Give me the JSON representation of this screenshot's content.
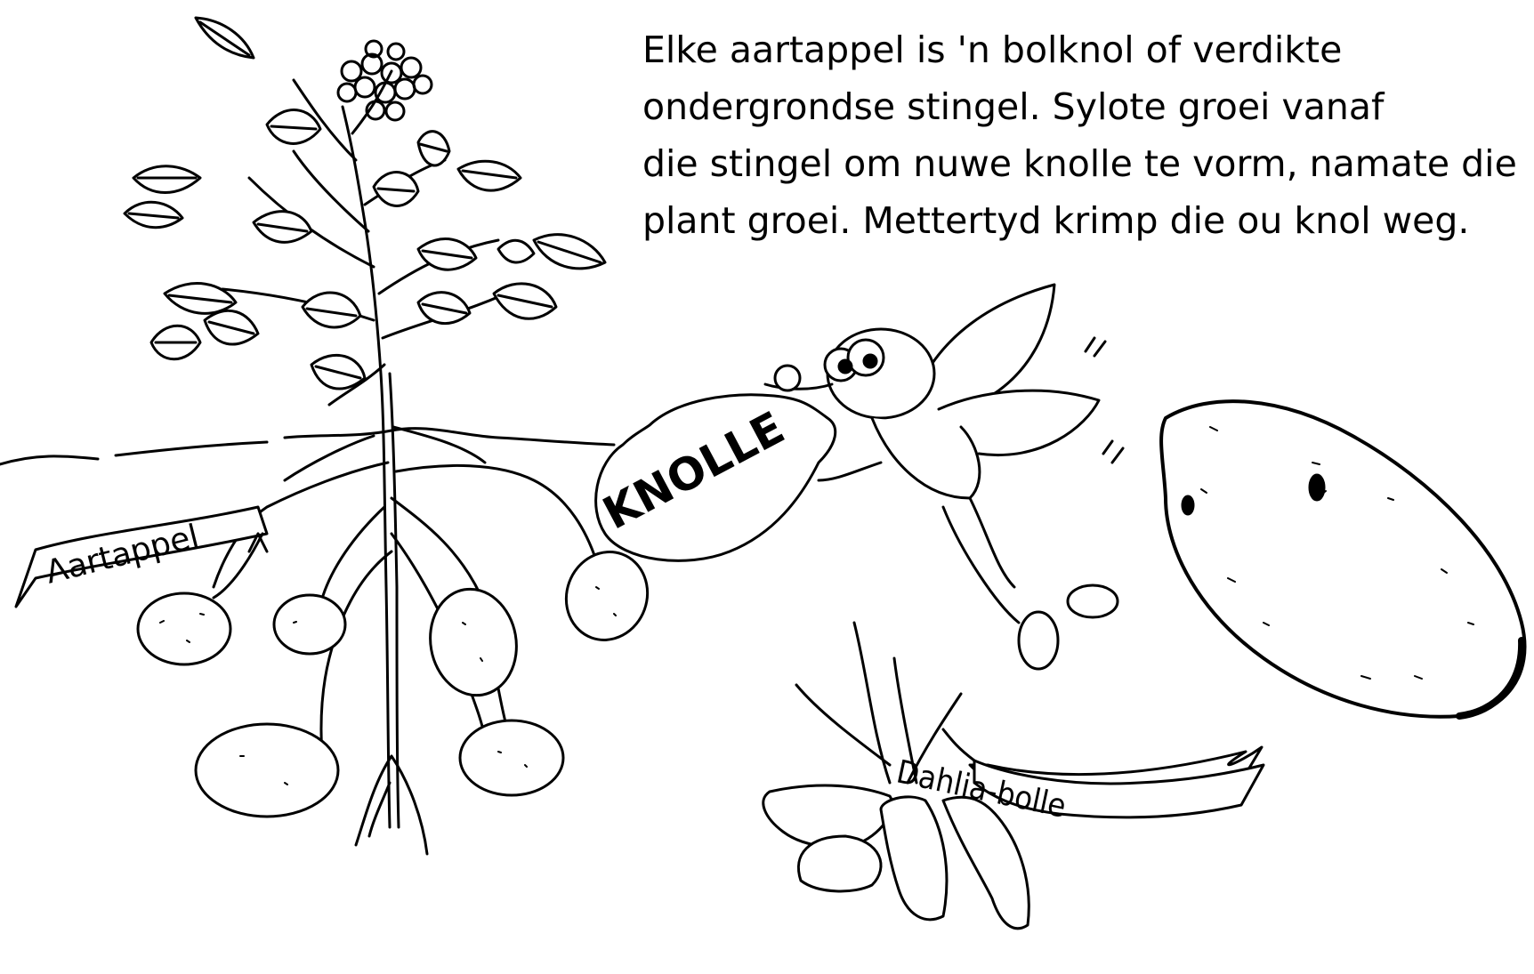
{
  "caption": {
    "line1": "Elke aartappel is 'n bolknol of verdikte",
    "line2": "ondergrondse stingel.  Sylote groei vanaf",
    "line3": "die stingel om nuwe knolle te vorm, namate die",
    "line4": "plant groei.  Mettertyd krimp die ou knol weg."
  },
  "labels": {
    "aartappel": "Aartappel",
    "knolle": "KNOLLE",
    "dahlia": "Dahlia-bolle"
  },
  "icons": [
    "potato-plant-icon",
    "flower-cluster-icon",
    "tuber-icon",
    "fairy-character-icon",
    "speech-bubble-icon",
    "dahlia-bulbs-icon",
    "large-potato-icon"
  ],
  "colors": {
    "ink": "#000000",
    "paper": "#ffffff"
  }
}
